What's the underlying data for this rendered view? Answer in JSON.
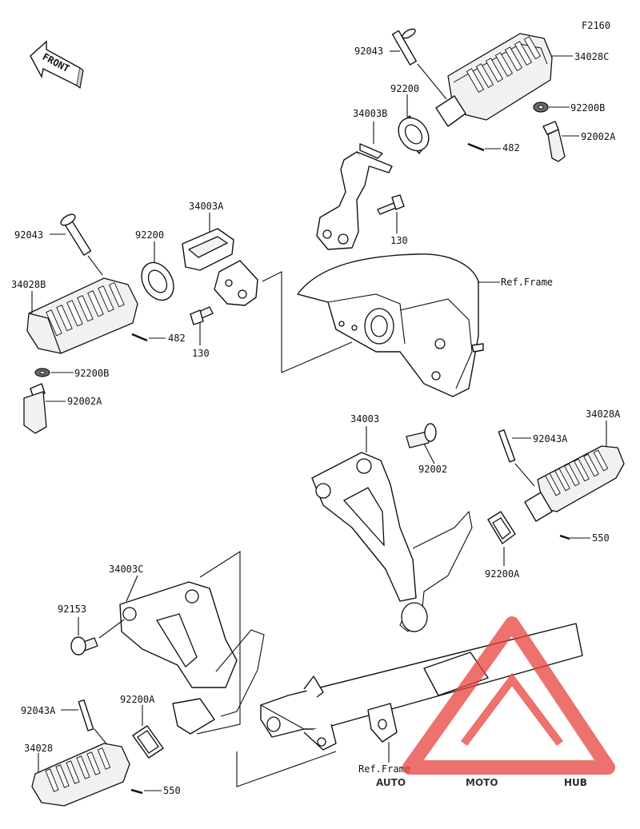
{
  "figure_code": "F2160",
  "front_arrow": {
    "label": "FRONT"
  },
  "watermark": {
    "part1": "AUTO",
    "part2": "MOTO",
    "part3": "HUB",
    "color_red": "#e8423c",
    "color_gray": "#6d6e70"
  },
  "labels": {
    "p92043_top": "92043",
    "p34028C": "34028C",
    "p92200_top": "92200",
    "p34003B": "34003B",
    "p92200B_top": "92200B",
    "p92002A_top": "92002A",
    "p482_top": "482",
    "p130_top": "130",
    "p34003A": "34003A",
    "p92043_left": "92043",
    "p92200_left": "92200",
    "p34028B": "34028B",
    "p482_left": "482",
    "p130_left": "130",
    "p92200B_left": "92200B",
    "p92002A_left": "92002A",
    "ref_frame_top": "Ref.Frame",
    "p34003": "34003",
    "p92002": "92002",
    "p92043A_right": "92043A",
    "p34028A": "34028A",
    "p550_right": "550",
    "p92200A_right": "92200A",
    "p34003C": "34003C",
    "p92153": "92153",
    "p92043A_left": "92043A",
    "p92200A_left": "92200A",
    "p34028": "34028",
    "p550_left": "550",
    "ref_frame_bottom": "Ref.Frame"
  }
}
